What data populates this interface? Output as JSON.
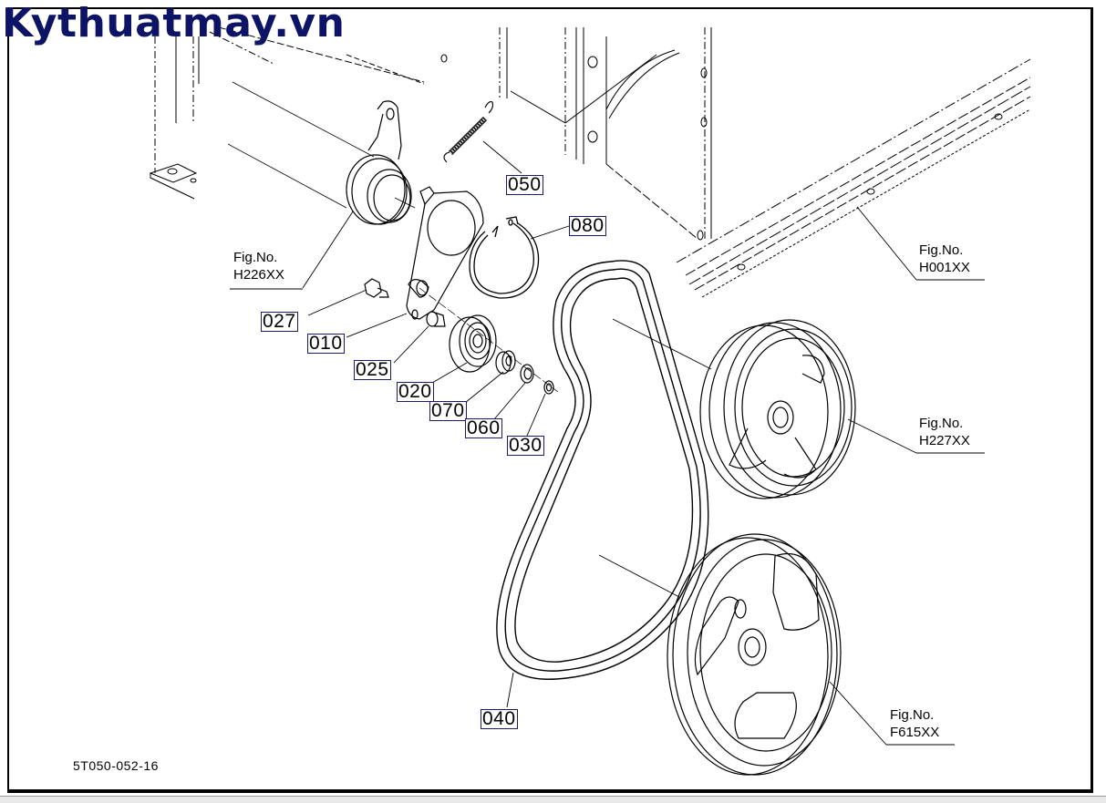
{
  "watermark": "Kythuatmay.vn",
  "drawing_code": "5T050-052-16",
  "callouts": {
    "c050": "050",
    "c080": "080",
    "c027": "027",
    "c010": "010",
    "c025": "025",
    "c020": "020",
    "c070": "070",
    "c060": "060",
    "c030": "030",
    "c040": "040"
  },
  "figure_refs": {
    "h226": {
      "label": "Fig.No.",
      "code": "H226XX"
    },
    "h001": {
      "label": "Fig.No.",
      "code": "H001XX"
    },
    "h227": {
      "label": "Fig.No.",
      "code": "H227XX"
    },
    "f615": {
      "label": "Fig.No.",
      "code": "F615XX"
    }
  },
  "colors": {
    "watermark": "#0d1466",
    "callout_border": "#1a1a6e",
    "line": "#000000"
  }
}
